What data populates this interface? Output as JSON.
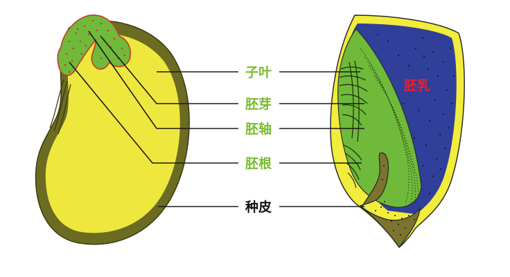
{
  "labels": {
    "cotyledon": "子叶",
    "plumule": "胚芽",
    "hypocotyl": "胚轴",
    "radicle": "胚根",
    "seed_coat": "种皮",
    "endosperm": "胚乳"
  },
  "colors": {
    "label_green": "#7bbb2f",
    "label_black": "#111111",
    "label_red": "#e8202a",
    "seed_coat": "#6b6b22",
    "cotyledon_fill": "#eee83e",
    "embryo_green": "#6fba3a",
    "endosperm_blue": "#2f3f9a",
    "grain_rim": "#f2ec3c",
    "root_cap": "#7a7430"
  }
}
